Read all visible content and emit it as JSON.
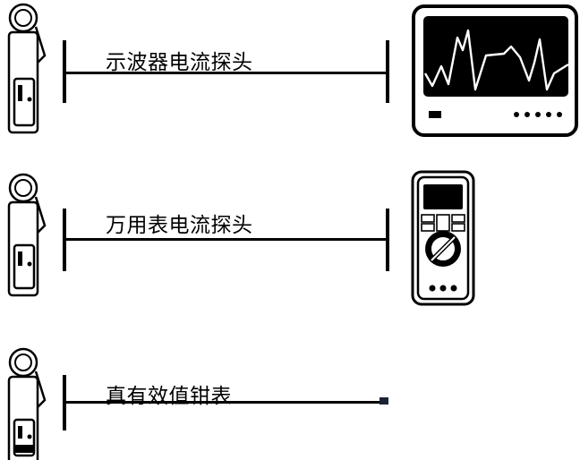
{
  "rows": [
    {
      "label": "示波器电流探头",
      "device": "oscilloscope"
    },
    {
      "label": "万用表电流探头",
      "device": "multimeter"
    },
    {
      "label": "真有效值钳表",
      "device": "none"
    }
  ]
}
